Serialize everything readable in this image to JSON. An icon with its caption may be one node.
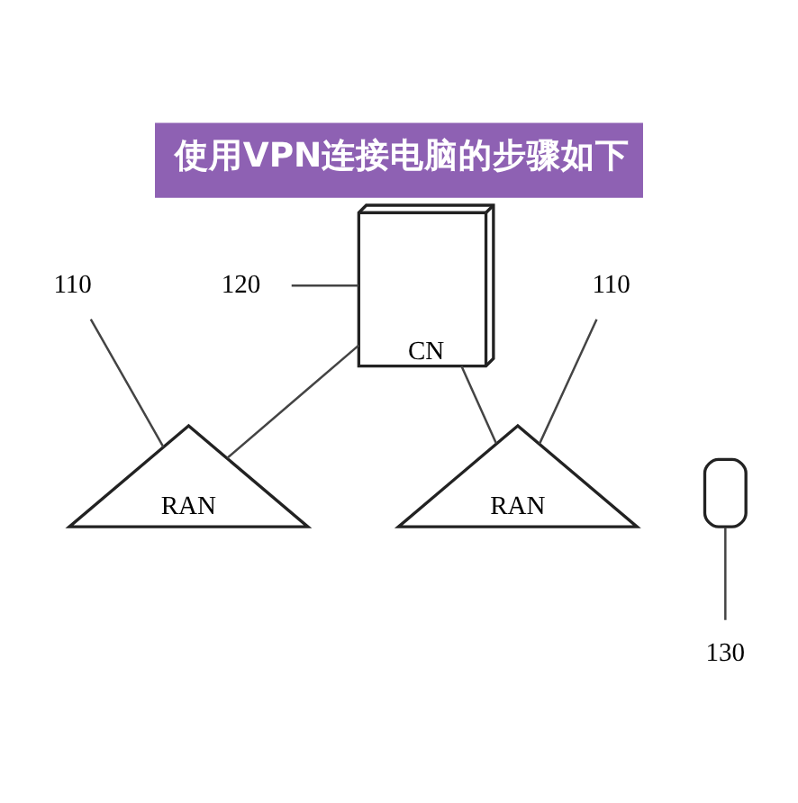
{
  "diagram": {
    "title": "使用VPN连接电脑的步骤如下",
    "nodes": [
      {
        "text": [
          "CN"
        ]
      },
      {
        "text": [
          "120"
        ]
      },
      {
        "text": [
          "RAN"
        ]
      },
      {
        "text": [
          "110"
        ]
      },
      {
        "text": [
          "RAN"
        ]
      },
      {
        "text": [
          "110"
        ]
      },
      {
        "text": [],
        "shape": "box"
      },
      {
        "text": [
          "130"
        ]
      }
    ],
    "edges": [
      {
        "from": 0,
        "to": 2,
        "arrow": "none"
      },
      {
        "from": 0,
        "to": 4,
        "arrow": "none"
      },
      {
        "from": 1,
        "to": 0,
        "arrow": "none"
      },
      {
        "from": 3,
        "to": 2,
        "arrow": "none"
      },
      {
        "from": 5,
        "to": 4,
        "arrow": "none"
      },
      {
        "from": 7,
        "to": 6,
        "arrow": "none"
      }
    ]
  }
}
